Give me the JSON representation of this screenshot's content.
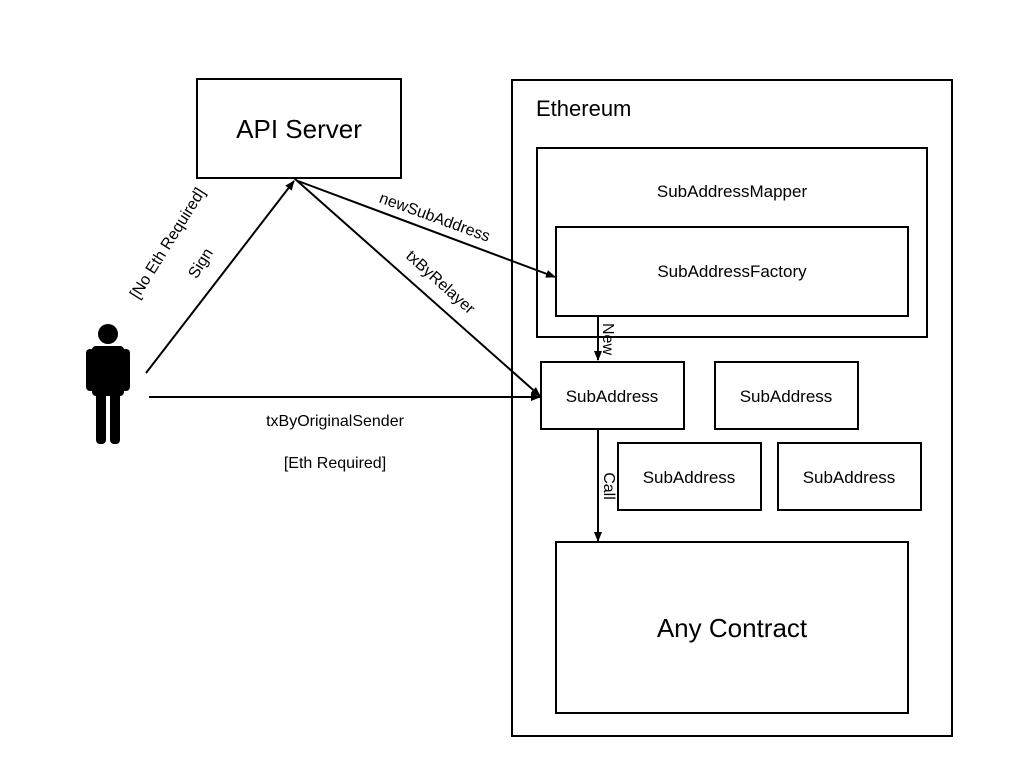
{
  "nodes": {
    "api_server": "API Server",
    "ethereum": "Ethereum",
    "sub_address_mapper": "SubAddressMapper",
    "sub_address_factory": "SubAddressFactory",
    "sub_address_main": "SubAddress",
    "sub_address_2": "SubAddress",
    "sub_address_3": "SubAddress",
    "sub_address_4": "SubAddress",
    "any_contract": "Any Contract"
  },
  "edges": {
    "sign": "Sign",
    "no_eth_required": "[No Eth Required]",
    "new_sub_address": "newSubAddress",
    "tx_by_relayer": "txByRelayer",
    "tx_by_original_sender": "txByOriginalSender",
    "eth_required": "[Eth Required]",
    "new": "New",
    "call": "Call"
  },
  "icons": {
    "user": "person-icon"
  }
}
